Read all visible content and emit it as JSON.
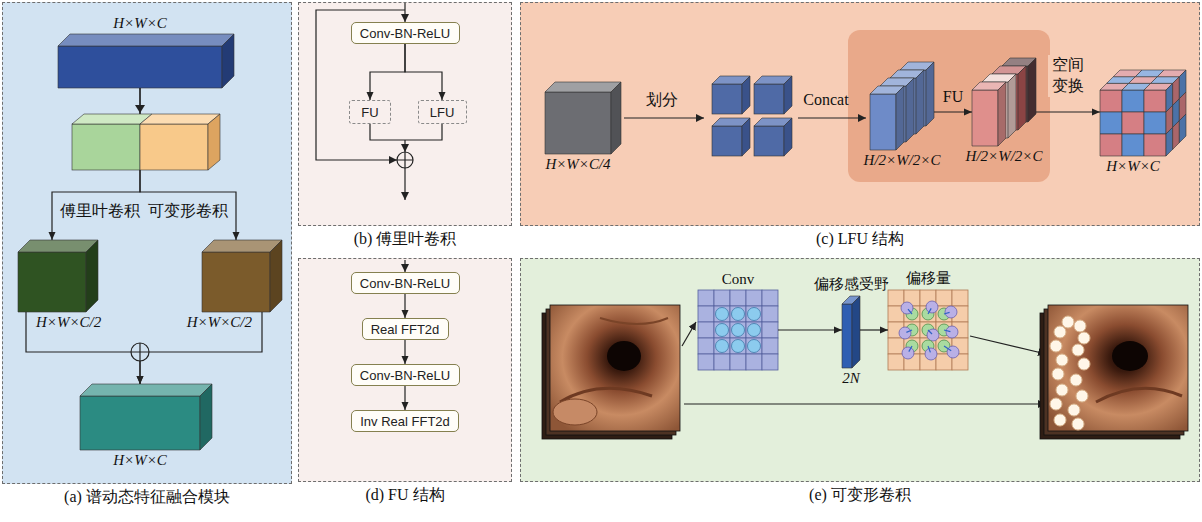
{
  "diagram": {
    "nodes": [
      {
        "text": [
          "(a) 谱动态特征融合模块"
        ]
      },
      {
        "text": [
          "H×W×C"
        ],
        "in": 0
      },
      {
        "text": [
          "H×W×C/2"
        ],
        "in": 0
      },
      {
        "text": [
          "H×W×C/2"
        ],
        "in": 0
      },
      {
        "text": [
          "H×W×C"
        ],
        "in": 0
      },
      {
        "text": [
          "(b) 傅里叶卷积"
        ]
      },
      {
        "text": [
          "Conv-BN-ReLU"
        ],
        "in": 5
      },
      {
        "text": [
          "FU"
        ],
        "in": 5
      },
      {
        "text": [
          "LFU"
        ],
        "in": 5
      },
      {
        "text": [
          "(c) LFU 结构"
        ]
      },
      {
        "text": [
          "H×W×C/4"
        ],
        "in": 9
      },
      {
        "text": [
          "H/2×W/2×C"
        ],
        "in": 9
      },
      {
        "text": [
          "H/2×W/2×C"
        ],
        "in": 9
      },
      {
        "text": [
          "H×W×C"
        ],
        "in": 9
      },
      {
        "text": [
          "(d) FU 结构"
        ]
      },
      {
        "text": [
          "Conv-BN-ReLU"
        ],
        "in": 14
      },
      {
        "text": [
          "Real FFT2d"
        ],
        "in": 14
      },
      {
        "text": [
          "Conv-BN-ReLU"
        ],
        "in": 14
      },
      {
        "text": [
          "Inv Real FFT2d"
        ],
        "in": 14
      },
      {
        "text": [
          "(e) 可变形卷积"
        ]
      },
      {
        "text": [
          "Conv"
        ],
        "in": 19
      },
      {
        "text": [
          "偏移感受野",
          "2N"
        ],
        "in": 19
      },
      {
        "text": [
          "偏移量"
        ],
        "in": 19
      }
    ],
    "edges": [
      {
        "from": 1,
        "to": 2,
        "arrow": "to",
        "label": "傅里叶卷积"
      },
      {
        "from": 1,
        "to": 3,
        "arrow": "to",
        "label": "可变形卷积"
      },
      {
        "from": 2,
        "to": 4,
        "arrow": "to"
      },
      {
        "from": 3,
        "to": 4,
        "arrow": "to"
      },
      {
        "from": 6,
        "to": 7,
        "arrow": "to"
      },
      {
        "from": 6,
        "to": 8,
        "arrow": "to"
      },
      {
        "from": 11,
        "to": 12,
        "arrow": "to",
        "label": "FU"
      },
      {
        "from": 12,
        "to": 13,
        "arrow": "to",
        "label": "空间 变换"
      },
      {
        "from": 15,
        "to": 16,
        "arrow": "to"
      },
      {
        "from": 16,
        "to": 17,
        "arrow": "to"
      },
      {
        "from": 17,
        "to": 18,
        "arrow": "to"
      },
      {
        "from": 20,
        "to": 21,
        "arrow": "to"
      },
      {
        "from": 21,
        "to": 22,
        "arrow": "to"
      }
    ],
    "labels": [
      "划分",
      "Concat"
    ]
  }
}
